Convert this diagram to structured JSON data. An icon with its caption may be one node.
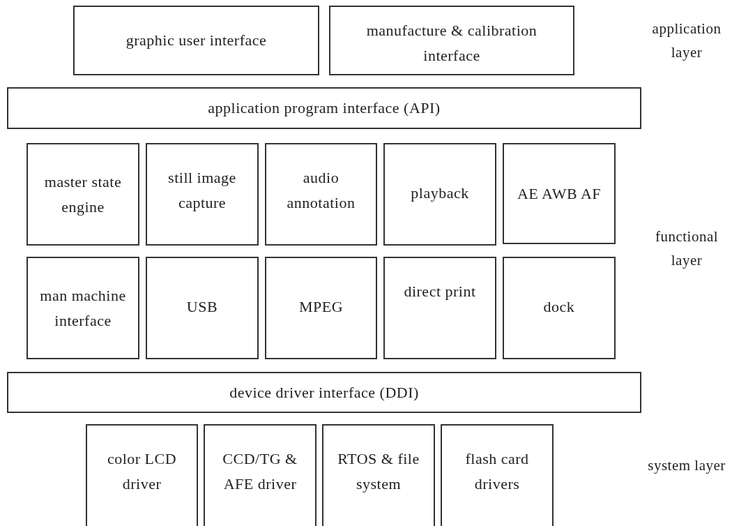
{
  "diagram": {
    "nodes": [
      {
        "text": [
          "graphic user interface"
        ]
      },
      {
        "text": [
          "manufacture & calibration interface"
        ]
      },
      {
        "text": [
          "application program interface (API)"
        ]
      },
      {
        "text": [
          "master state engine"
        ]
      },
      {
        "text": [
          "still image capture"
        ]
      },
      {
        "text": [
          "audio annotation"
        ]
      },
      {
        "text": [
          "playback"
        ]
      },
      {
        "text": [
          "AE AWB AF"
        ]
      },
      {
        "text": [
          "man machine interface"
        ]
      },
      {
        "text": [
          "USB"
        ]
      },
      {
        "text": [
          "MPEG"
        ]
      },
      {
        "text": [
          "direct print"
        ]
      },
      {
        "text": [
          "dock"
        ]
      },
      {
        "text": [
          "device driver interface (DDI)"
        ]
      },
      {
        "text": [
          "color LCD driver"
        ]
      },
      {
        "text": [
          "CCD/TG & AFE driver"
        ]
      },
      {
        "text": [
          "RTOS & file system"
        ]
      },
      {
        "text": [
          "flash card drivers"
        ]
      }
    ],
    "labels": [
      "application layer",
      "functional layer",
      "system layer"
    ]
  }
}
